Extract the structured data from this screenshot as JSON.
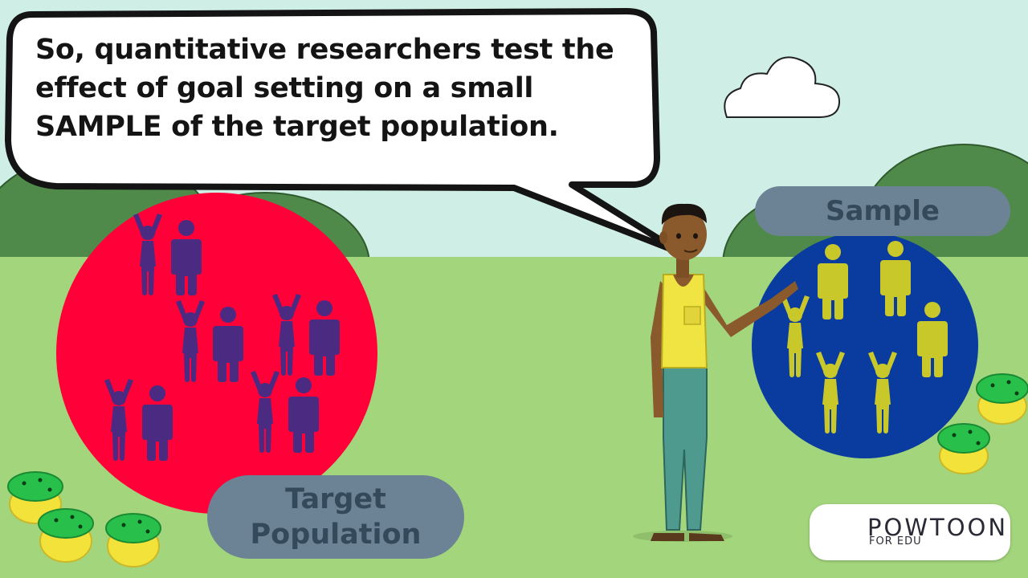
{
  "speech_bubble": {
    "lines": [
      "So, quantitative researchers test the",
      "effect of goal setting on a small",
      "SAMPLE of the target population."
    ]
  },
  "labels": {
    "sample": "Sample",
    "target_line1": "Target",
    "target_line2": "Population"
  },
  "logo": {
    "name": "POWTOON",
    "sub": "FOR EDU"
  },
  "colors": {
    "sky": "#cfeee6",
    "grass": "#a3d57c",
    "population_circle": "#ff0038",
    "population_people": "#4b2a82",
    "sample_circle": "#0a3b9e",
    "sample_people": "#c9c82a",
    "label_pill": "#6c8396",
    "label_text": "#34495a"
  }
}
